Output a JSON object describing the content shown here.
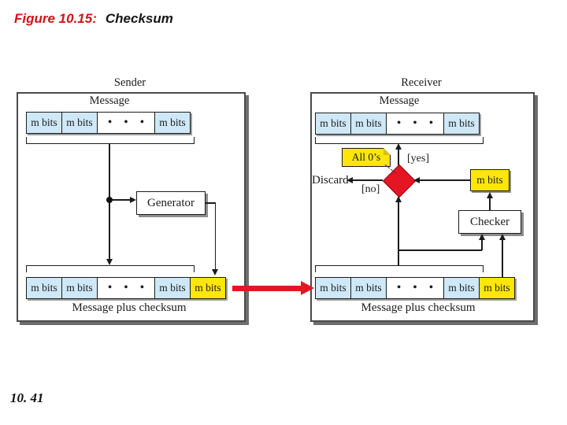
{
  "title": {
    "figure": "Figure 10.15:",
    "name": "Checksum"
  },
  "footer": {
    "page": "10. 41"
  },
  "colors": {
    "accent_red": "#e51523",
    "cell_blue": "#cfe8f7",
    "cell_yellow": "#ffe60a",
    "title_red": "#cf1417"
  },
  "sender": {
    "label": "Sender",
    "message_label": "Message",
    "top_row": [
      {
        "label": "m bits",
        "kind": "blue"
      },
      {
        "label": "m bits",
        "kind": "blue"
      },
      {
        "label": "• • •",
        "kind": "dots"
      },
      {
        "label": "m bits",
        "kind": "blue"
      }
    ],
    "generator_label": "Generator",
    "bottom_row": [
      {
        "label": "m bits",
        "kind": "blue"
      },
      {
        "label": "m bits",
        "kind": "blue"
      },
      {
        "label": "• • •",
        "kind": "dots"
      },
      {
        "label": "m bits",
        "kind": "blue"
      },
      {
        "label": "m bits",
        "kind": "yellow"
      }
    ],
    "caption": "Message plus checksum"
  },
  "receiver": {
    "label": "Receiver",
    "message_label": "Message",
    "top_row": [
      {
        "label": "m bits",
        "kind": "blue"
      },
      {
        "label": "m bits",
        "kind": "blue"
      },
      {
        "label": "• • •",
        "kind": "dots"
      },
      {
        "label": "m bits",
        "kind": "blue"
      }
    ],
    "note_label": "All 0’s",
    "yes_label": "[yes]",
    "no_label": "[no]",
    "discard_label": "Discard",
    "result_box_label": "m bits",
    "checker_label": "Checker",
    "bottom_row": [
      {
        "label": "m bits",
        "kind": "blue"
      },
      {
        "label": "m bits",
        "kind": "blue"
      },
      {
        "label": "• • •",
        "kind": "dots"
      },
      {
        "label": "m bits",
        "kind": "blue"
      },
      {
        "label": "m bits",
        "kind": "yellow"
      }
    ],
    "caption": "Message plus checksum"
  }
}
